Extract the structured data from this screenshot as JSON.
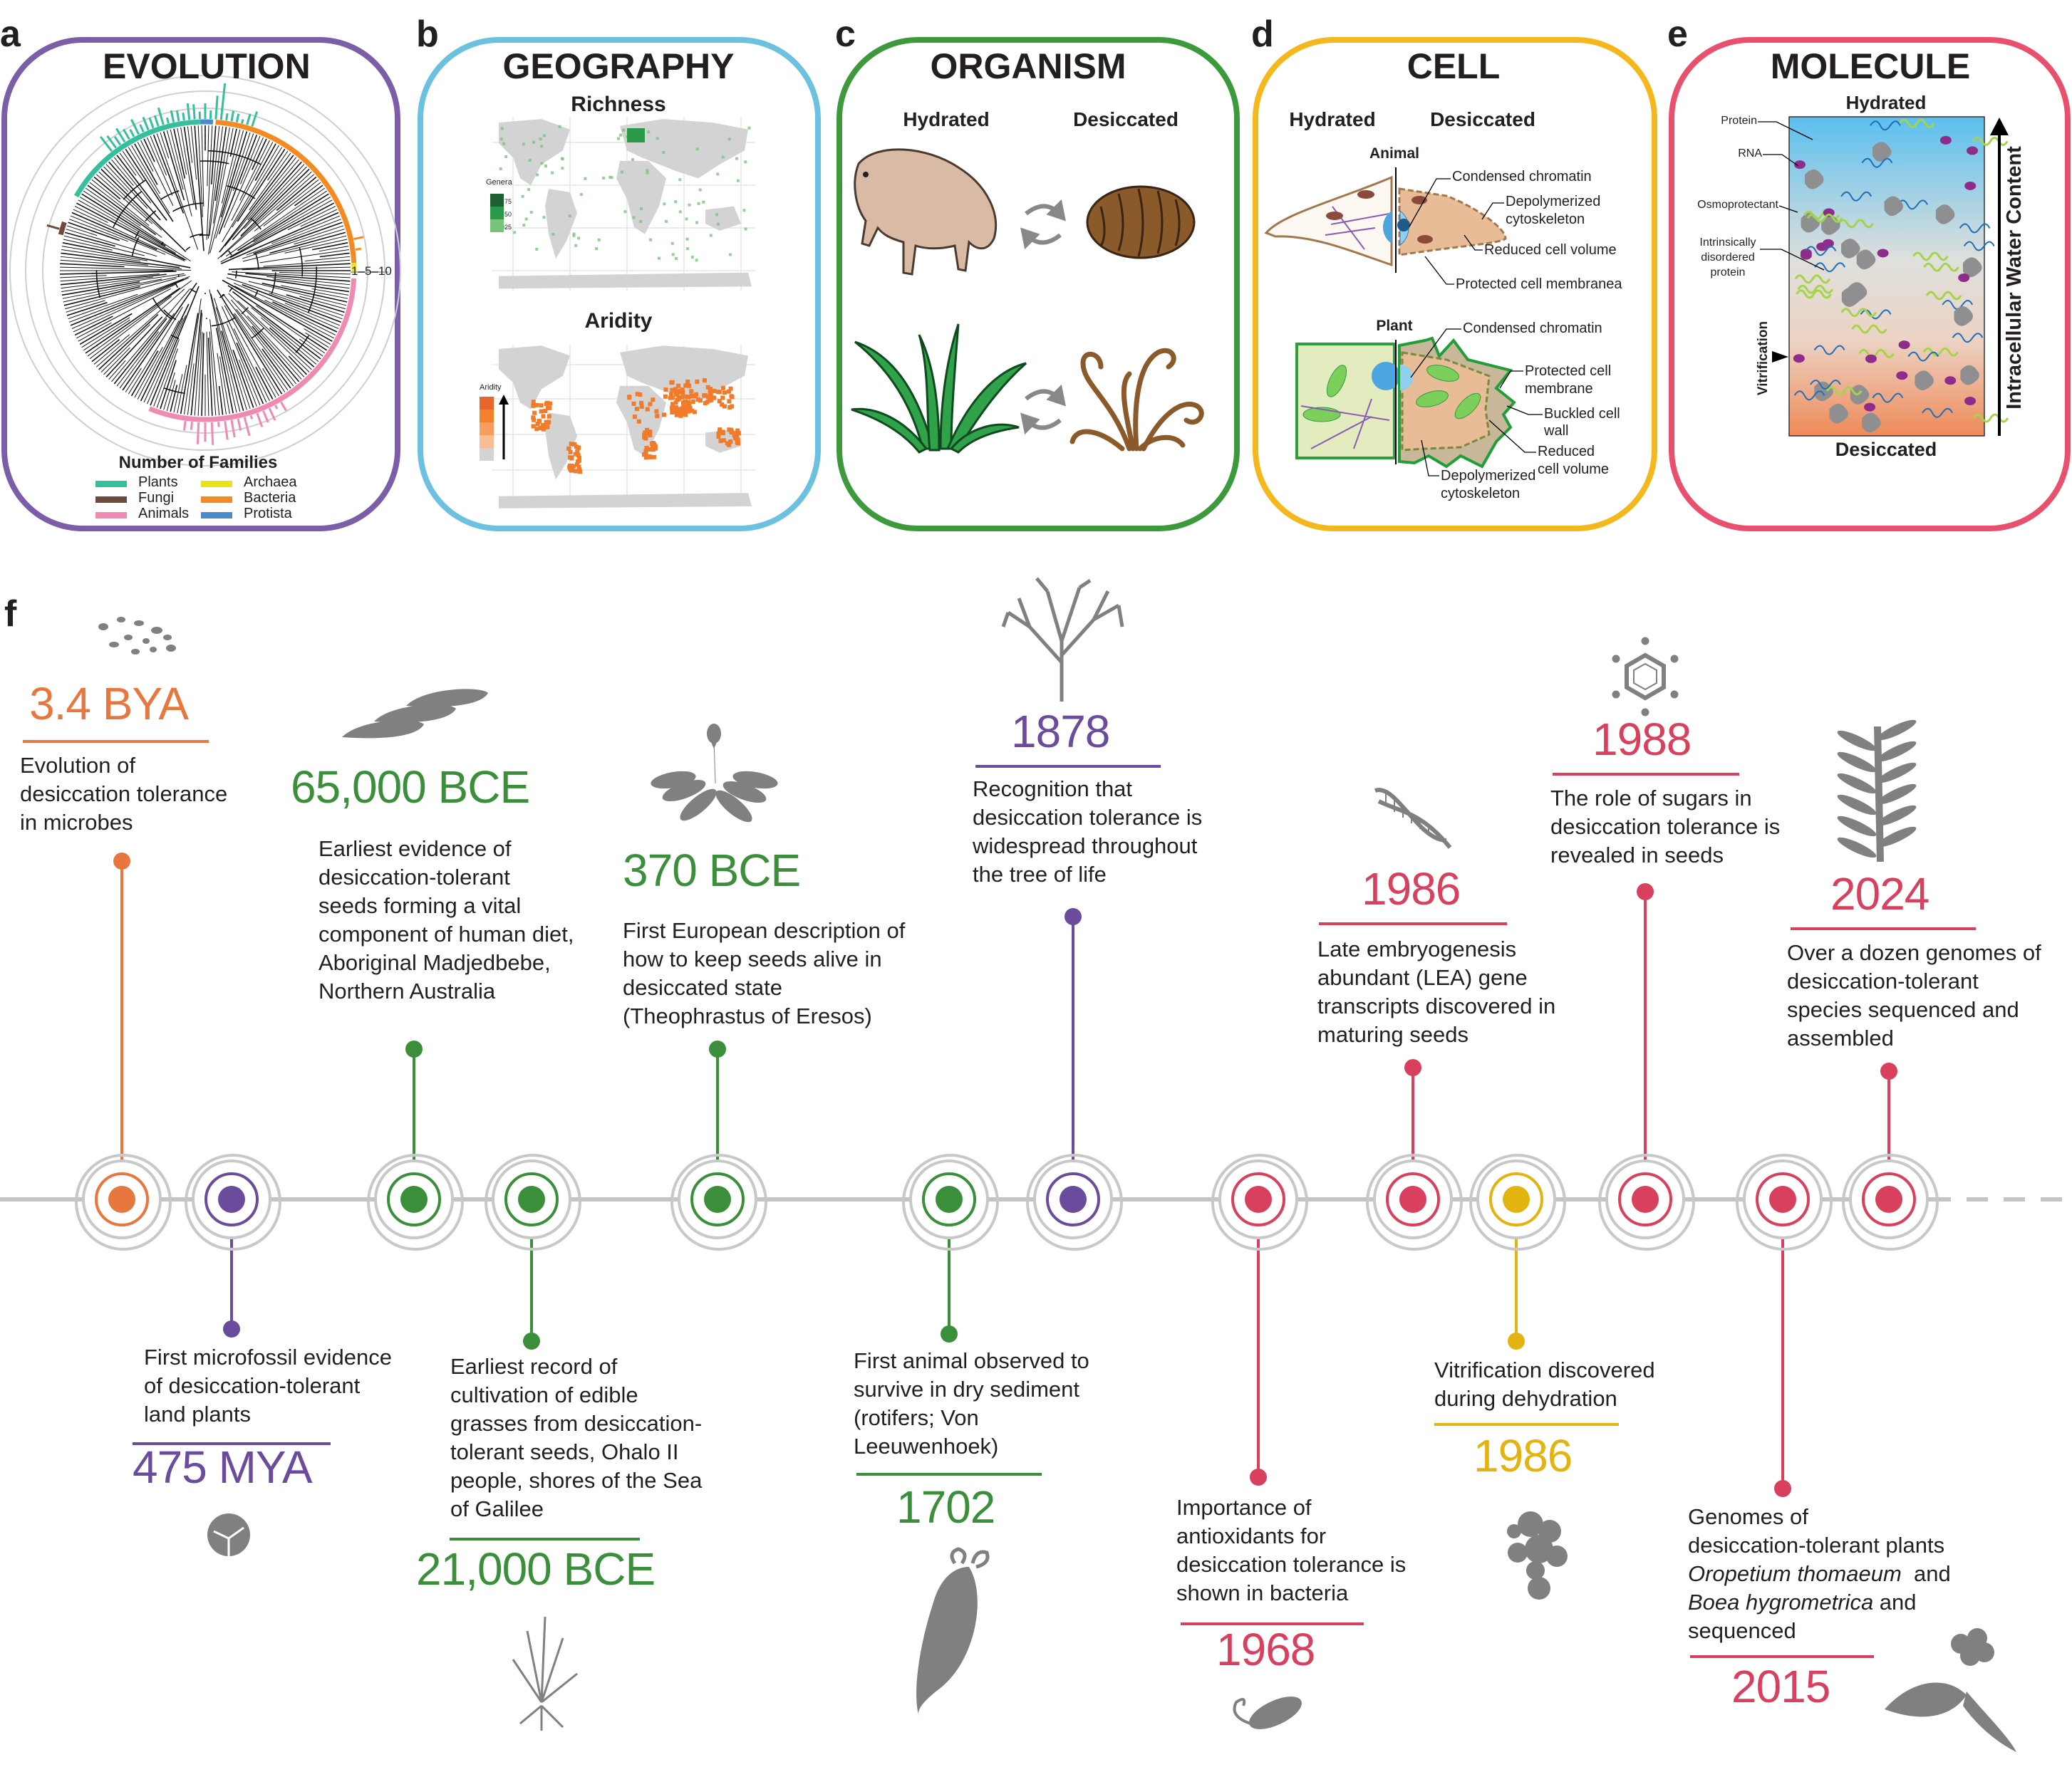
{
  "colors": {
    "evolution": "#7b5ea7",
    "geography": "#6cc1e0",
    "organism": "#3c9a3c",
    "cell": "#f5b81c",
    "molecule": "#e8506e",
    "orange": "#e8773f",
    "purple": "#6a4b9c",
    "green": "#3b8f3b",
    "red": "#d8405e",
    "yellow": "#e3b40f",
    "timeline_axis": "#c8c8c8",
    "silhouette": "#808080"
  },
  "panels": {
    "a": {
      "letter": "a",
      "title": "EVOLUTION",
      "scale_ticks": [
        "1",
        "5",
        "10"
      ],
      "legend_title": "Number of Families",
      "legend": [
        {
          "label": "Plants",
          "color": "#36bf9c"
        },
        {
          "label": "Fungi",
          "color": "#6d4c3d"
        },
        {
          "label": "Animals",
          "color": "#ef8ab3"
        },
        {
          "label": "Archaea",
          "color": "#e9e415"
        },
        {
          "label": "Bacteria",
          "color": "#f58a22"
        },
        {
          "label": "Protista",
          "color": "#4a8ac8"
        }
      ]
    },
    "b": {
      "letter": "b",
      "title": "GEOGRAPHY",
      "map1_title": "Richness",
      "map1_legend_title": "Genera",
      "map1_legend_ticks": [
        "75",
        "50",
        "25"
      ],
      "map2_title": "Aridity",
      "map2_legend_title": "Aridity"
    },
    "c": {
      "letter": "c",
      "title": "ORGANISM",
      "hydrated": "Hydrated",
      "desiccated": "Desiccated"
    },
    "d": {
      "letter": "d",
      "title": "CELL",
      "hydrated": "Hydrated",
      "desiccated": "Desiccated",
      "animal": {
        "label": "Animal",
        "callouts": [
          "Condensed chromatin",
          "Depolymerized",
          "cytoskeleton",
          "Reduced cell volume",
          "Protected cell membranea"
        ]
      },
      "plant": {
        "label": "Plant",
        "callouts": [
          "Condensed chromatin",
          "Protected cell",
          "membrane",
          "Buckled cell",
          "wall",
          "Reduced",
          "cell volume",
          "Depolymerized",
          "cytoskeleton"
        ]
      }
    },
    "e": {
      "letter": "e",
      "title": "MOLECULE",
      "top": "Hydrated",
      "bottom": "Desiccated",
      "axis": "Intracellular Water Content",
      "vitrification": "Vitrification",
      "callouts": [
        "Protein",
        "RNA",
        "Osmoprotectant",
        "Intrinsically",
        "disordered",
        "protein"
      ]
    }
  },
  "timeline": {
    "letter": "f",
    "events": [
      {
        "year": "3.4 BYA",
        "color": "orange",
        "icon": "microbes-icon",
        "lines": [
          "Evolution of",
          "desiccation tolerance",
          "in microbes"
        ]
      },
      {
        "year": "475 MYA",
        "color": "purple",
        "icon": "spore-icon",
        "lines": [
          "First microfossil evidence",
          "of desiccation-tolerant",
          "land plants"
        ]
      },
      {
        "year": "65,000 BCE",
        "color": "green",
        "icon": "seeds-icon",
        "lines": [
          "Earliest evidence of",
          "desiccation-tolerant",
          "seeds forming a vital",
          "component of human diet,",
          "Aboriginal Madjedbebe,",
          "Northern Australia"
        ]
      },
      {
        "year": "21,000 BCE",
        "color": "green",
        "icon": "grass-icon",
        "lines": [
          "Earliest record of",
          "cultivation of edible",
          "grasses from desiccation-",
          "tolerant seeds, Ohalo II",
          "people, shores of the Sea",
          "of Galilee"
        ]
      },
      {
        "year": "370 BCE",
        "color": "green",
        "icon": "plant-icon",
        "lines": [
          "First European description of",
          "how to keep seeds alive in",
          "desiccated state",
          "(Theophrastus of Eresos)"
        ]
      },
      {
        "year": "1702",
        "color": "green",
        "icon": "rotifer-icon",
        "lines": [
          "First animal observed to",
          "survive in dry sediment",
          "(rotifers; Von",
          "Leeuwenhoek)"
        ]
      },
      {
        "year": "1878",
        "color": "purple",
        "icon": "tree-icon",
        "lines": [
          "Recognition that",
          "desiccation tolerance is",
          "widespread throughout",
          "the tree of life"
        ]
      },
      {
        "year": "1968",
        "color": "red",
        "icon": "bacterium-icon",
        "lines": [
          "Importance of",
          "antioxidants for",
          "desiccation tolerance is",
          "shown in bacteria"
        ]
      },
      {
        "year": "1986",
        "color": "red",
        "icon": "dna-icon",
        "lines": [
          "Late embryogenesis",
          "abundant (LEA) gene",
          "transcripts discovered in",
          "maturing seeds"
        ]
      },
      {
        "year": "1986",
        "color": "yellow",
        "icon": "glass-cluster-icon",
        "lines": [
          "Vitrification discovered",
          "during dehydration"
        ]
      },
      {
        "year": "1988",
        "color": "red",
        "icon": "sugar-molecule-icon",
        "lines": [
          "The role of sugars in",
          "desiccation tolerance is",
          "revealed in seeds"
        ]
      },
      {
        "year": "2015",
        "color": "red",
        "icon": "resurrection-plant-icon",
        "lines": [
          "Genomes of",
          "desiccation-tolerant plants",
          [
            {
              "text": "Oropetium thomaeum",
              "italic": true
            },
            {
              "text": "  and",
              "italic": false
            }
          ],
          [
            {
              "text": "Boea hygrometrica",
              "italic": true
            },
            {
              "text": " and",
              "italic": false
            }
          ],
          "sequenced"
        ]
      },
      {
        "year": "2024",
        "color": "red",
        "icon": "moss-icon",
        "lines": [
          "Over a dozen genomes of",
          "desiccation-tolerant",
          "species sequenced and",
          "assembled"
        ]
      }
    ]
  }
}
